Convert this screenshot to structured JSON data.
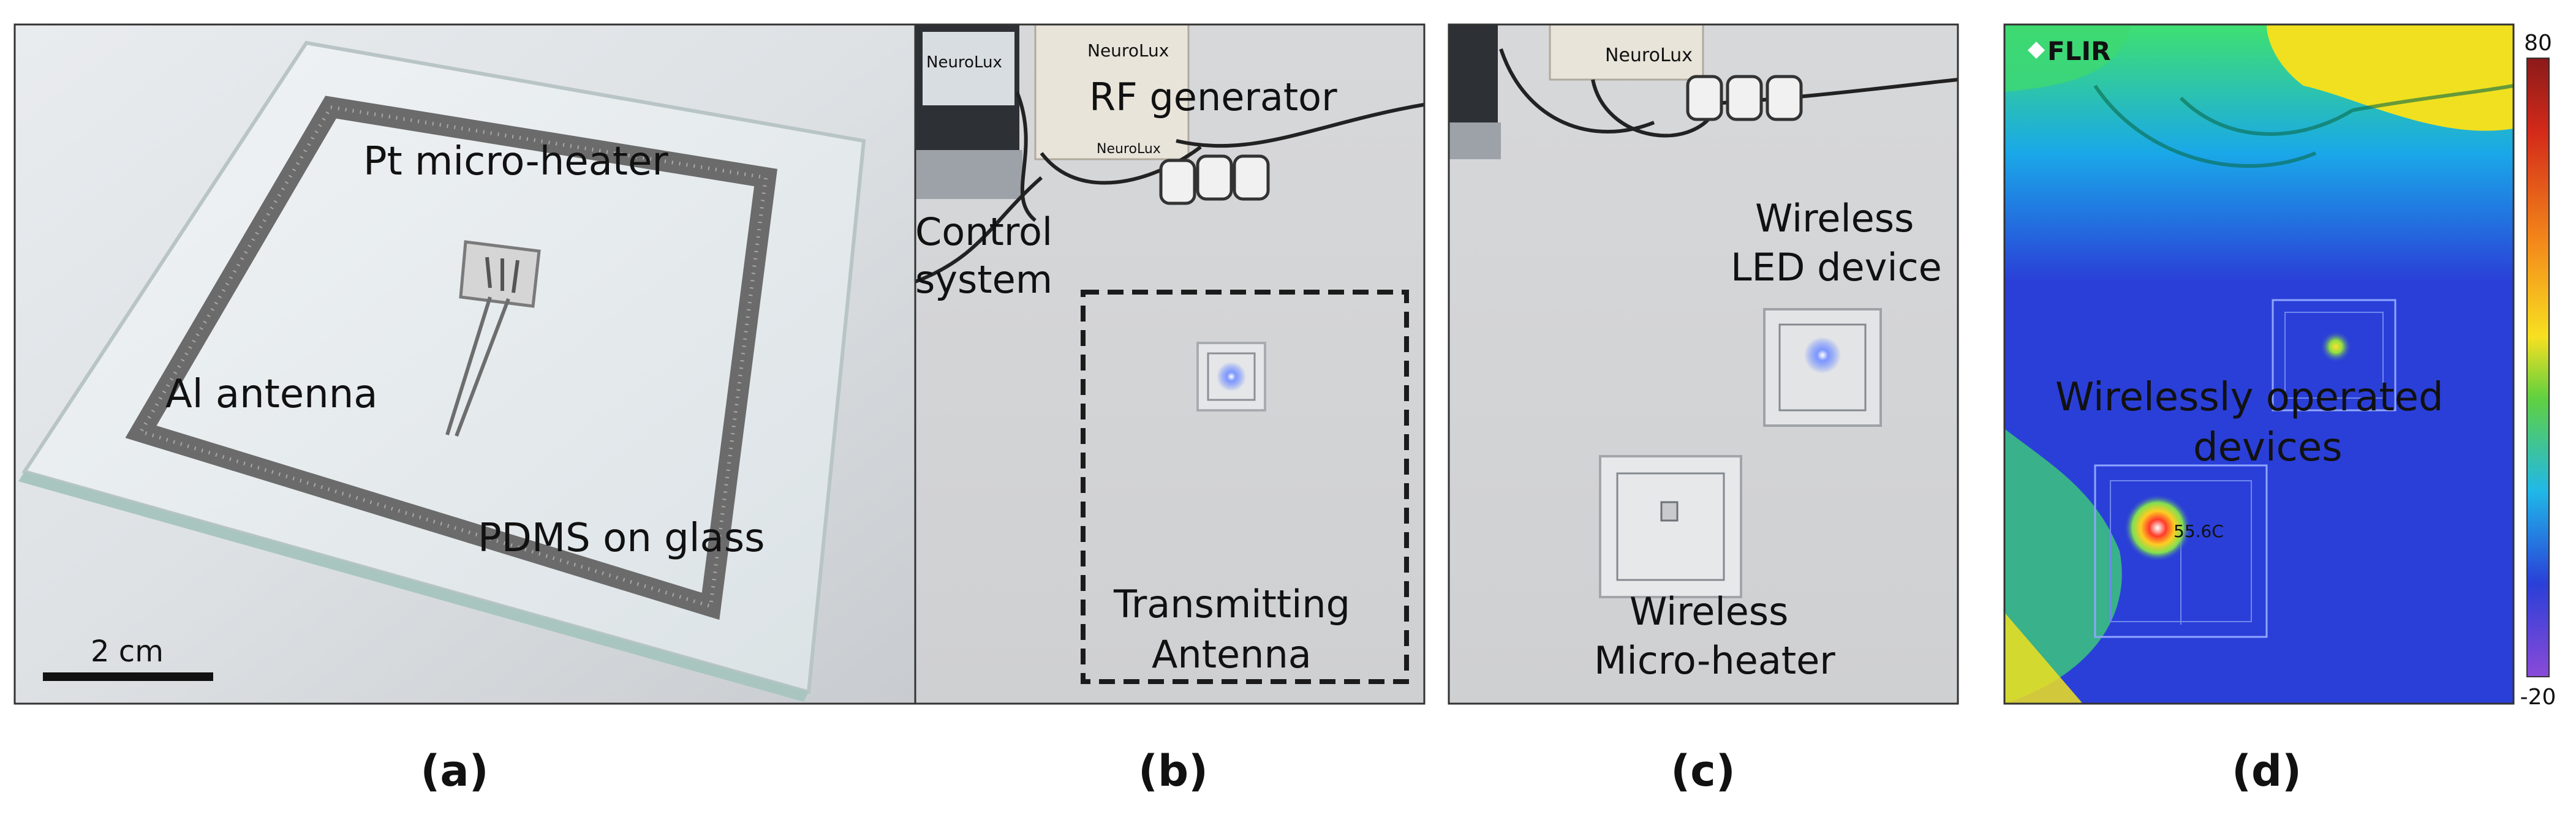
{
  "panels": [
    {
      "id": "a",
      "caption": "(a)",
      "labels": {
        "heater": "Pt micro-heater",
        "antenna": "Al antenna",
        "substrate": "PDMS on glass",
        "scale": "2 cm"
      }
    },
    {
      "id": "b",
      "caption": "(b)",
      "labels": {
        "rf_line1": "RF generator",
        "control_line1": "Control",
        "control_line2": "system",
        "tx_line1": "Transmitting",
        "tx_line2": "Antenna",
        "brand_main": "NeuroLux",
        "brand_laptop": "NeuroLux",
        "brand_small": "NeuroLux"
      }
    },
    {
      "id": "c",
      "caption": "(c)",
      "labels": {
        "led_line1": "Wireless",
        "led_line2": "LED device",
        "heater_line1": "Wireless",
        "heater_line2": "Micro-heater",
        "brand_main": "NeuroLux"
      }
    },
    {
      "id": "d",
      "caption": "(d)",
      "labels": {
        "flir": "FLIR",
        "devices_line1": "Wirelessly operated",
        "devices_line2": "devices",
        "spot_temp": "55.6C",
        "scale_max": "80",
        "scale_min": "-20"
      }
    }
  ],
  "colors": {
    "led_blue": "#5a7cff",
    "hot_spot": "#e0202a",
    "thermal_background": "#2a3fd8",
    "frame_border": "#333333"
  }
}
